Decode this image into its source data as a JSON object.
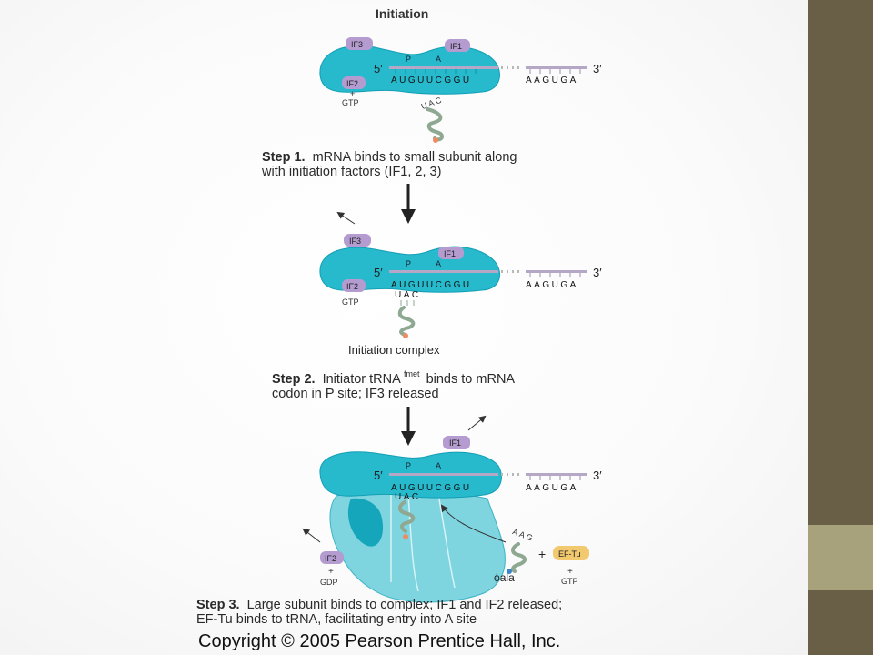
{
  "slide": {
    "colors": {
      "sidebar": "#695f46",
      "sidebar_accent": "#a7a27c",
      "ribosome": "#27b9cc",
      "ribosome_dark": "#0f93a8",
      "mrna": "#b4a8c6",
      "factor": "#b49cd0",
      "ef_tu": "#f3c96f",
      "trna": "#8fa892",
      "fmet_dot": "#f08a62",
      "ala_dot": "#3a86c8"
    }
  },
  "figure": {
    "title": "Initiation",
    "mrna": {
      "five_prime": "5′",
      "three_prime": "3′",
      "p_site": "P",
      "a_site": "A",
      "codons": "AUGUUCGGU",
      "downstream": "AAGUGA",
      "anticodon": "UAC"
    },
    "factors": {
      "if1": "IF1",
      "if2": "IF2",
      "if3": "IF3",
      "plus": "+",
      "gtp": "GTP",
      "gdp": "GDP",
      "ef_tu": "EF-Tu"
    },
    "panel2": {
      "label": "Initiation complex"
    },
    "panel3": {
      "incoming_anticodon": "AAG",
      "ala_label": "ala"
    },
    "steps": {
      "step1": {
        "prefix": "Step 1.",
        "line1": "mRNA binds to small subunit along",
        "line2": "with initiation factors (IF1, 2, 3)"
      },
      "step2": {
        "prefix": "Step 2.",
        "line1a": "Initiator tRNA",
        "line1b": "binds to mRNA",
        "superscript": "fmet",
        "line2": "codon in P site; IF3 released"
      },
      "step3": {
        "prefix": "Step 3.",
        "line1": "Large subunit binds to complex; IF1 and IF2 released;",
        "line2": "EF-Tu binds to tRNA, facilitating entry into A site"
      }
    },
    "copyright": "Copyright © 2005 Pearson Prentice Hall, Inc."
  }
}
